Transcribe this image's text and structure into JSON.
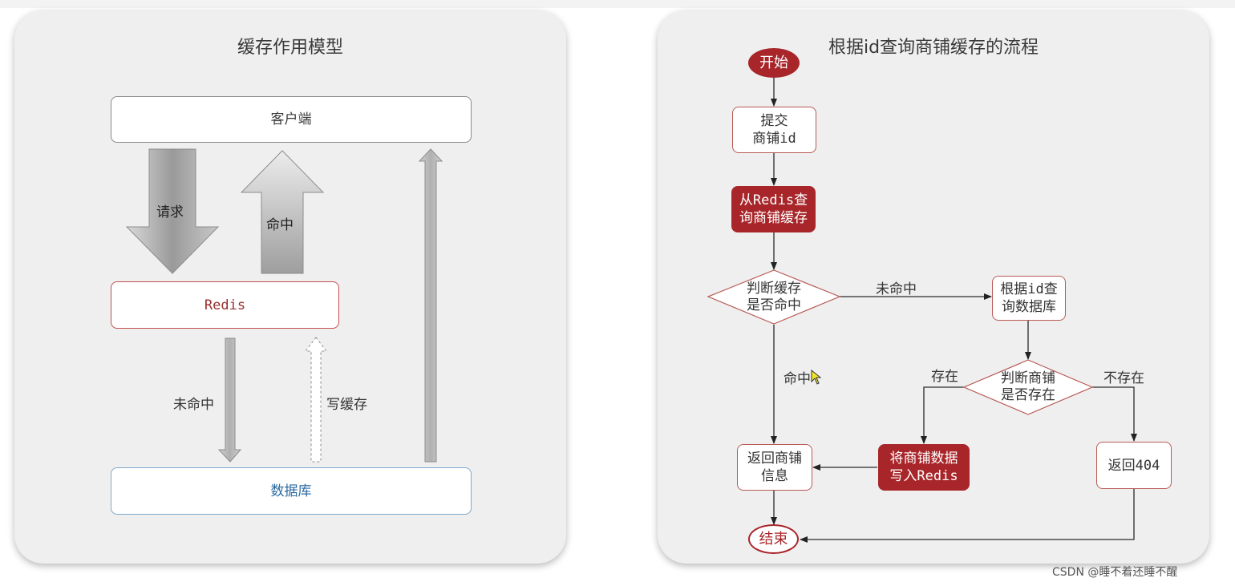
{
  "left_panel": {
    "title": "缓存作用模型",
    "client": "客户端",
    "redis": "Redis",
    "database": "数据库",
    "request": "请求",
    "hit": "命中",
    "miss": "未命中",
    "write_cache": "写缓存"
  },
  "right_panel": {
    "title": "根据id查询商铺缓存的流程",
    "start": "开始",
    "submit_line1": "提交",
    "submit_line2": "商铺id",
    "query_redis_line1": "从Redis查",
    "query_redis_line2": "询商铺缓存",
    "judge_cache_line1": "判断缓存",
    "judge_cache_line2": "是否命中",
    "miss_label": "未命中",
    "query_db_line1": "根据id查",
    "query_db_line2": "询数据库",
    "hit_label": "命中",
    "exists_label": "存在",
    "not_exists_label": "不存在",
    "judge_shop_line1": "判断商铺",
    "judge_shop_line2": "是否存在",
    "return_info_line1": "返回商铺",
    "return_info_line2": "信息",
    "write_redis_line1": "将商铺数据",
    "write_redis_line2": "写入Redis",
    "return_404": "返回404",
    "end": "结束"
  },
  "watermark": "CSDN @睡不着还睡不醒",
  "colors": {
    "panel_bg": "#efefef",
    "accent_red": "#a8262a",
    "node_border": "#b85a55",
    "db_blue": "#2c6aa0"
  }
}
